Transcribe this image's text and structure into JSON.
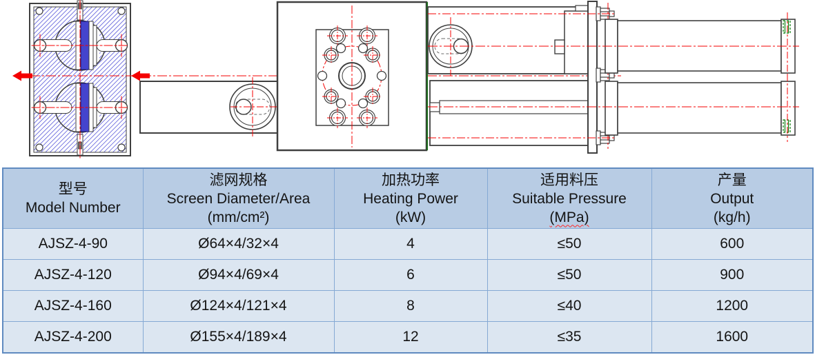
{
  "drawing": {
    "title": "screen-changer-assembly-drawing",
    "colors": {
      "outline": "#3f3f3f",
      "hatch_blue": "#4f4fd8",
      "screen_blue": "#4444cd",
      "centerline_red": "#f40000",
      "port_green": "#0b7d0b"
    }
  },
  "table": {
    "headers": [
      {
        "zh": "型号",
        "en": "Model Number"
      },
      {
        "zh": "滤网规格",
        "en": "Screen Diameter/Area",
        "unit": "(mm/cm²)"
      },
      {
        "zh": "加热功率",
        "en": "Heating Power",
        "unit": "(kW)"
      },
      {
        "zh": "适用料压",
        "en": "Suitable Pressure",
        "unit": "(MPa)"
      },
      {
        "zh": "产量",
        "en": "Output",
        "unit": "(kg/h)"
      }
    ],
    "rows": [
      [
        "AJSZ-4-90",
        "Ø64×4/32×4",
        "4",
        "≤50",
        "600"
      ],
      [
        "AJSZ-4-120",
        "Ø94×4/69×4",
        "6",
        "≤50",
        "900"
      ],
      [
        "AJSZ-4-160",
        "Ø124×4/121×4",
        "8",
        "≤40",
        "1200"
      ],
      [
        "AJSZ-4-200",
        "Ø155×4/189×4",
        "12",
        "≤35",
        "1600"
      ]
    ],
    "colors": {
      "header_bg": "#b8cce4",
      "row_bg": "#dce6f1",
      "border": "#85a9d4",
      "text": "#141414"
    }
  }
}
